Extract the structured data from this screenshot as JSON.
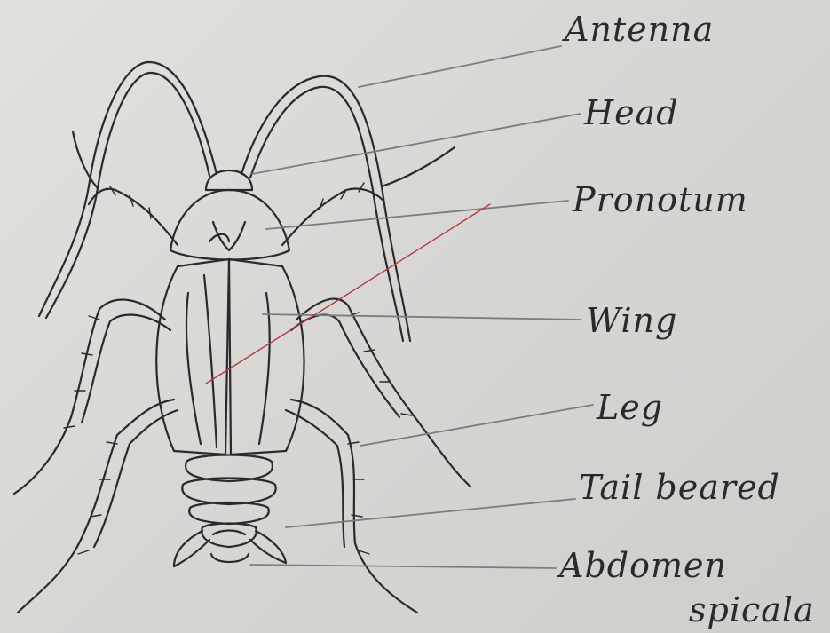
{
  "labels": {
    "antenna": "Antenna",
    "head": "Head",
    "pronotum": "Pronotum",
    "wing": "Wing",
    "leg": "Leg",
    "tail_beared": "Tail beared",
    "abdomen": "Abdomen",
    "spicala": "spicala"
  },
  "colors": {
    "paper": "#d9d8d5",
    "ink": "#2a2a2e",
    "pointer_gray": "#7d7d80",
    "pointer_red": "#b33a3a"
  }
}
